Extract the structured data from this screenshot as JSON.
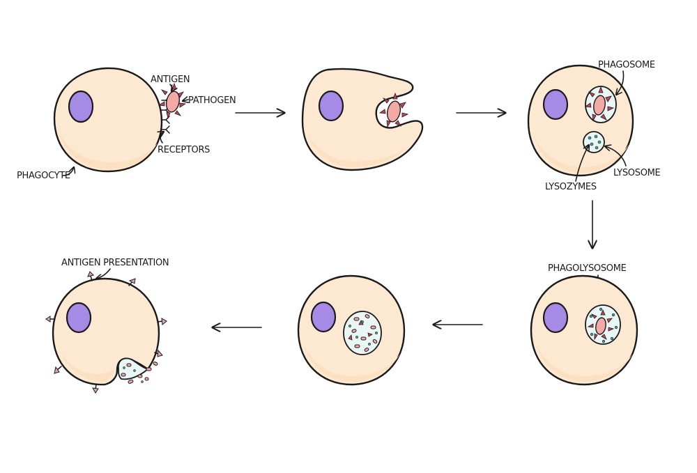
{
  "labels": {
    "antigen": "ANTIGEN",
    "pathogen": "PATHOGEN",
    "receptors": "RECEPTORS",
    "phagocyte": "PHAGOCYTE",
    "phagosome": "PHAGOSOME",
    "lysosome": "LYSOSOME",
    "lysozymes": "LYSOZYMES",
    "phagolysosome": "PHAGOLYSOSOME",
    "antigen_presentation": "ANTIGEN PRESENTATION"
  },
  "colors": {
    "cytoplasm": "#fde9d2",
    "nucleus": "#a68be6",
    "pathogen": "#f3a9a6",
    "spikes": "#c2455a",
    "vesicle": "#e9f6f4",
    "enzyme_dots": "#4a9aa2"
  }
}
